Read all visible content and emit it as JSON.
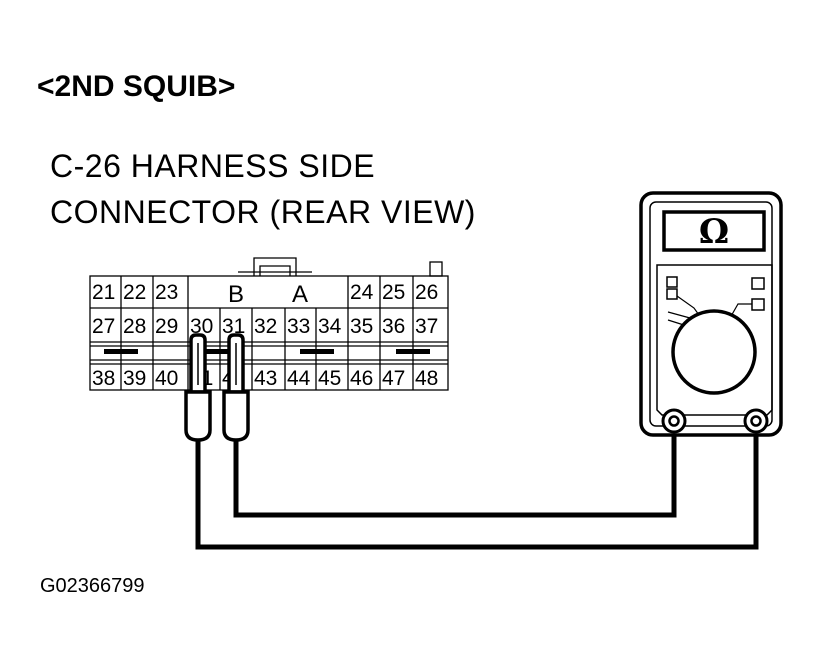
{
  "title": "<2ND SQUIB>",
  "subtitle_line1": "C-26 HARNESS SIDE",
  "subtitle_line2": "CONNECTOR (REAR VIEW)",
  "figure_id": "G02366799",
  "connector": {
    "row1_left": [
      "21",
      "22",
      "23"
    ],
    "label_b": "B",
    "label_a": "A",
    "row1_right": [
      "24",
      "25",
      "26"
    ],
    "row2": [
      "27",
      "28",
      "29",
      "30",
      "31",
      "32",
      "33",
      "34",
      "35",
      "36",
      "37"
    ],
    "row3": [
      "38",
      "39",
      "40",
      "41",
      "42",
      "43",
      "44",
      "45",
      "46",
      "47",
      "48"
    ]
  },
  "meter": {
    "display": "Ω",
    "icon": "ohmmeter-icon"
  },
  "colors": {
    "line": "#000000",
    "background": "#ffffff"
  }
}
